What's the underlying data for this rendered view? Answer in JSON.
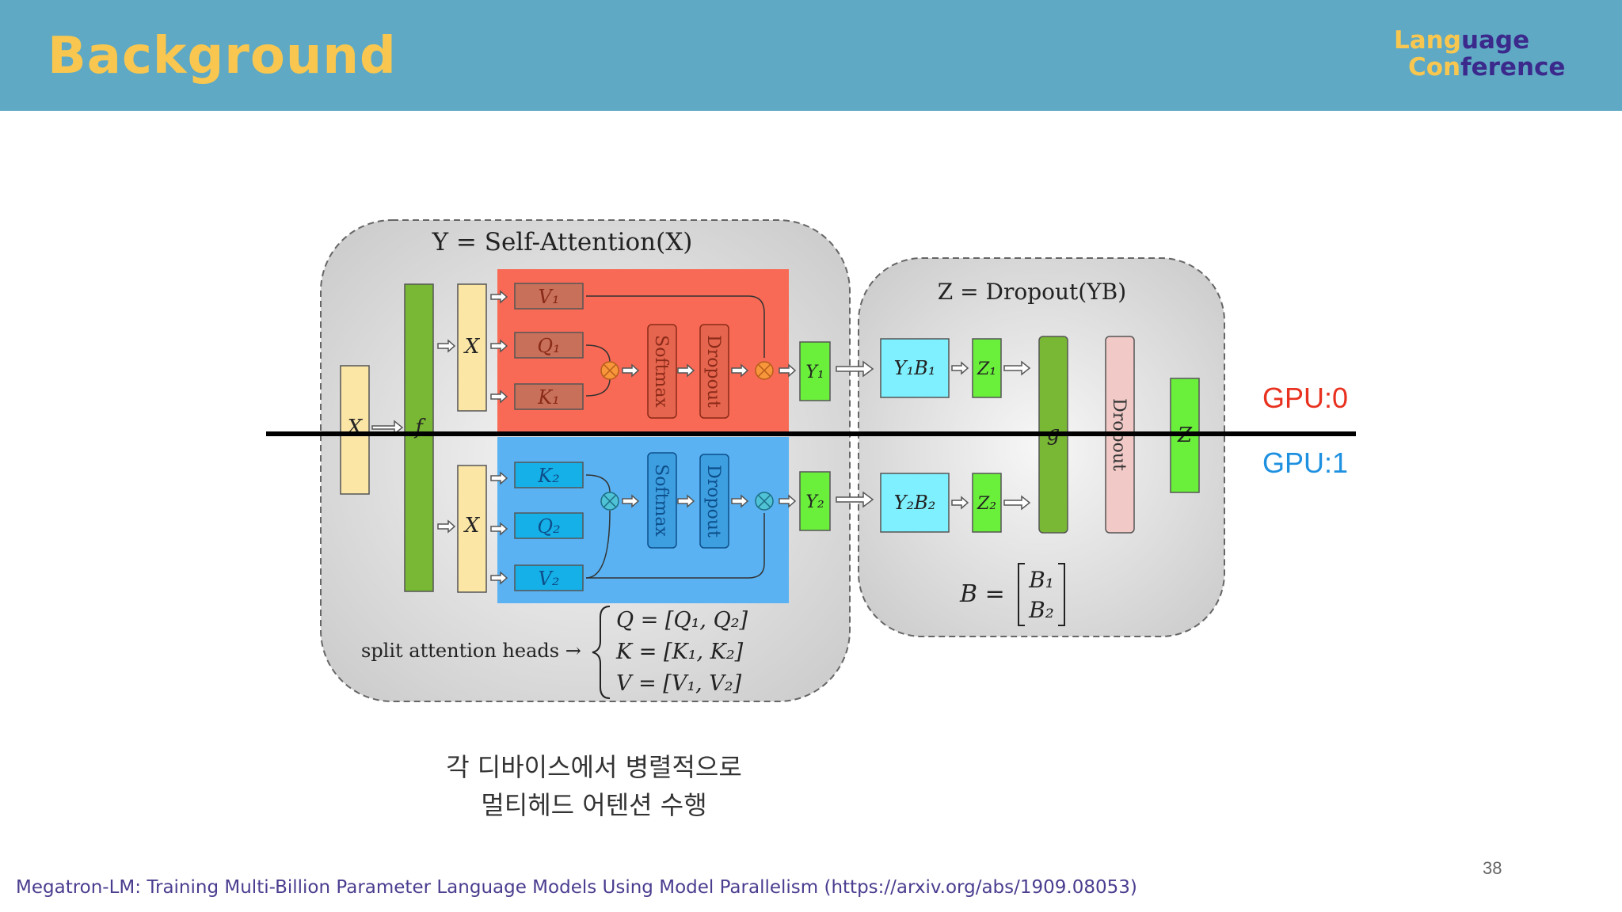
{
  "header": {
    "title": "Background",
    "logo_line1_a": "Lang",
    "logo_line1_b": "uage",
    "logo_line2_a": "Con",
    "logo_line2_b": "ference"
  },
  "diagram": {
    "self_attention_title": "Y = Self-Attention(X)",
    "dropout_title": "Z = Dropout(YB)",
    "x_label": "X",
    "f_label": "f",
    "g_label": "g",
    "z_label": "Z",
    "v1": "V₁",
    "q1": "Q₁",
    "k1": "K₁",
    "k2": "K₂",
    "q2": "Q₂",
    "v2": "V₂",
    "softmax": "Softmax",
    "dropout": "Dropout",
    "y1": "Y₁",
    "y2": "Y₂",
    "y1b1": "Y₁B₁",
    "y2b2": "Y₂B₂",
    "z1": "Z₁",
    "z2": "Z₂",
    "b_eq": "B =",
    "b1": "B₁",
    "b2": "B₂",
    "split_heads": "split attention heads →",
    "q_eq": "Q = [Q₁, Q₂]",
    "k_eq": "K = [K₁, K₂]",
    "v_eq": "V = [V₁, V₂]"
  },
  "gpu": {
    "gpu0": "GPU:0",
    "gpu1": "GPU:1"
  },
  "caption": {
    "line1": "각 디바이스에서 병렬적으로",
    "line2": "멀티헤드 어텐션 수행"
  },
  "page_number": "38",
  "citation": "Megatron-LM: Training Multi-Billion Parameter Language Models Using Model Parallelism (https://arxiv.org/abs/1909.08053)",
  "colors": {
    "header_bg": "#5fa9c4",
    "title_yellow": "#f9c74f",
    "logo_purple": "#3b2a8c",
    "gpu0_red": "#e8311f",
    "gpu1_blue": "#1e90e0",
    "red_region": "#f86a55",
    "blue_region": "#5ab2f2",
    "green": "#79b834",
    "bright_green": "#6af03b",
    "cyan": "#7ff0ff",
    "pale_yellow": "#fbe6a6",
    "pink": "#f1c9c7"
  }
}
